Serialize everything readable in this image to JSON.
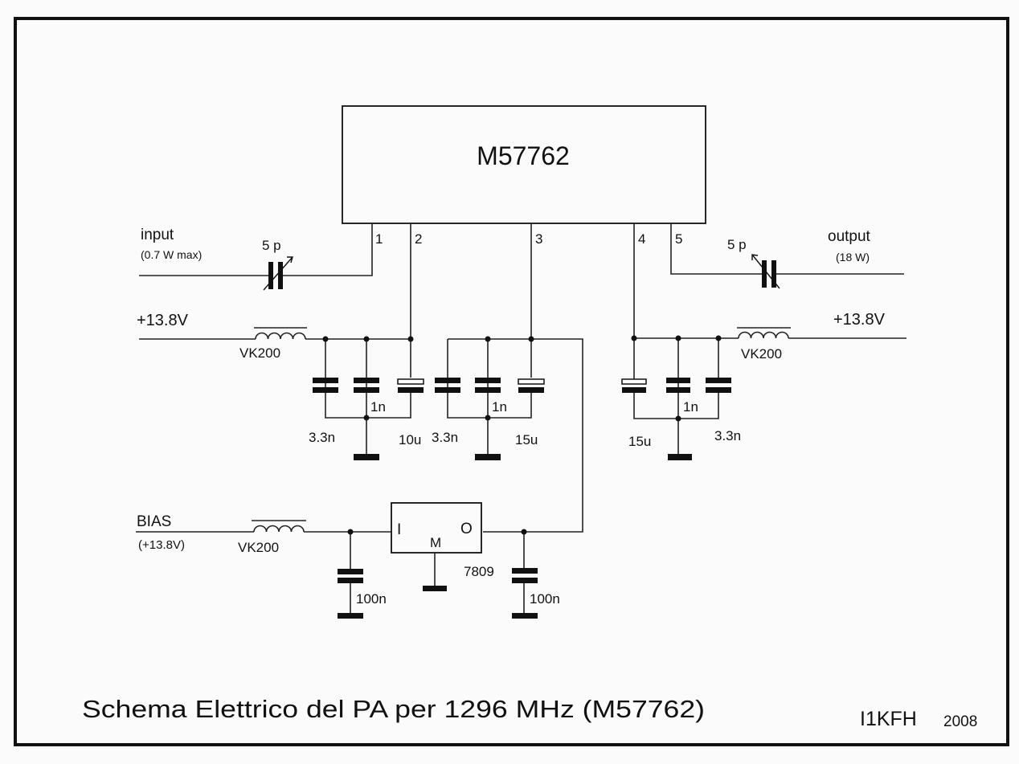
{
  "schematic": {
    "title": "Schema Elettrico del PA per 1296 MHz (M57762)",
    "author": "I1KFH",
    "year": "2008",
    "ic": {
      "label": "M57762",
      "pins": [
        "1",
        "2",
        "3",
        "4",
        "5"
      ]
    },
    "input": {
      "label": "input",
      "sublabel": "(0.7 W max)",
      "trimmer": "5 p"
    },
    "output": {
      "label": "output",
      "sublabel": "(18 W)",
      "trimmer": "5 p"
    },
    "supply_left": {
      "label": "+13.8V",
      "choke": "VK200",
      "caps": [
        "3.3n",
        "1n",
        "10u"
      ]
    },
    "supply_mid": {
      "caps": [
        "3.3n",
        "1n",
        "15u"
      ]
    },
    "supply_right": {
      "label": "+13.8V",
      "choke": "VK200",
      "caps": [
        "15u",
        "1n",
        "3.3n"
      ]
    },
    "bias": {
      "label": "BIAS",
      "sublabel": "(+13.8V)",
      "choke": "VK200",
      "regulator": {
        "part": "7809",
        "in": "I",
        "gnd": "M",
        "out": "O"
      },
      "cap_in": "100n",
      "cap_out": "100n"
    }
  }
}
